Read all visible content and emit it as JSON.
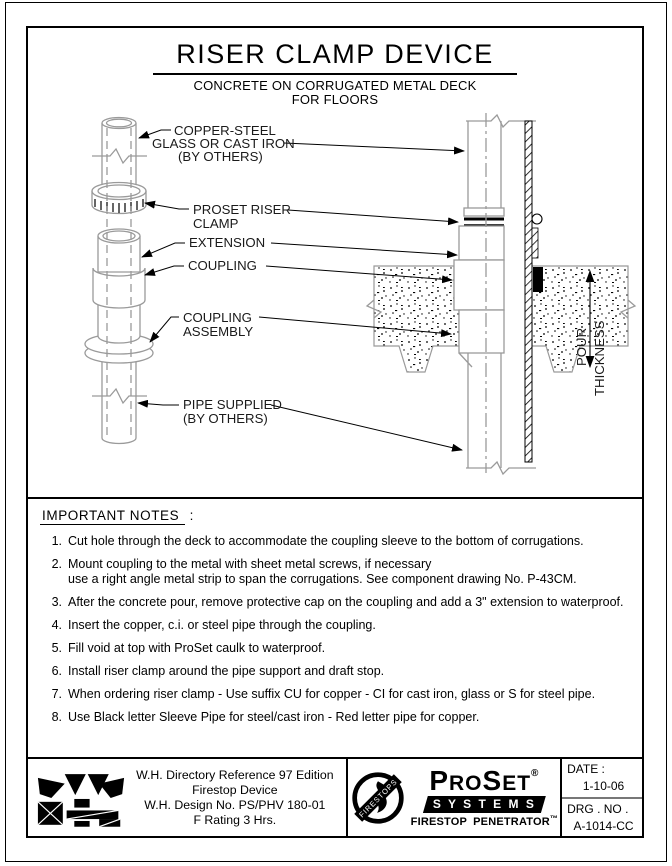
{
  "colors": {
    "line_gray": "#9a9a9a",
    "ink": "#000000"
  },
  "header": {
    "title": "RISER CLAMP DEVICE",
    "subtitle1": "CONCRETE ON CORRUGATED METAL DECK",
    "subtitle2": "FOR FLOORS"
  },
  "diagram": {
    "labels": {
      "pipe_top_1": "COPPER-STEEL",
      "pipe_top_2": "GLASS OR CAST IRON",
      "pipe_top_3": "(BY OTHERS)",
      "clamp_1": "PROSET RISER",
      "clamp_2": "CLAMP",
      "extension": "EXTENSION",
      "coupling": "COUPLING",
      "assembly_1": "COUPLING",
      "assembly_2": "ASSEMBLY",
      "pipe_bottom_1": "PIPE SUPPLIED",
      "pipe_bottom_2": "(BY OTHERS)",
      "pour_1": "POUR",
      "pour_2": "THICKNESS"
    }
  },
  "notes": {
    "heading": "IMPORTANT NOTES",
    "colon": ":",
    "items": [
      {
        "num": "1.",
        "text": "Cut hole through the deck to accommodate the coupling sleeve to the bottom of corrugations."
      },
      {
        "num": "2.",
        "text": "Mount coupling to the metal with sheet metal screws, if necessary\nuse a right angle metal strip to span the corrugations. See component drawing No. P-43CM."
      },
      {
        "num": "3.",
        "text": "After the concrete pour, remove protective cap on the coupling and add a 3\" extension to waterproof."
      },
      {
        "num": "4.",
        "text": "Insert the copper, c.i. or steel pipe through the coupling."
      },
      {
        "num": "5.",
        "text": "Fill void at top with ProSet caulk to waterproof."
      },
      {
        "num": "6.",
        "text": "Install riser clamp around the pipe support and draft stop."
      },
      {
        "num": "7.",
        "text": "When ordering riser clamp - Use suffix CU for copper - CI for cast iron, glass or S for steel pipe."
      },
      {
        "num": "8.",
        "text": "Use Black letter Sleeve Pipe for steel/cast iron - Red letter pipe for copper."
      }
    ]
  },
  "footer": {
    "wh": {
      "line1": "W.H. Directory Reference 97 Edition",
      "line2": "Firestop Device",
      "line3": "W.H. Design No. PS/PHV 180-01",
      "line4": "F Rating 3 Hrs."
    },
    "brand": {
      "badge_text": "FIRESTOPS",
      "p1": "P",
      "p2": "RO",
      "p3": "S",
      "p4": "ET",
      "registered": "®",
      "systems": "S Y S T E M S",
      "tagline": "FIRESTOP PENETRATOR",
      "trademark": "™"
    },
    "meta": {
      "date_label": "DATE :",
      "date_value": "1-10-06",
      "drg_label": "DRG . NO .",
      "drg_value": "A-1014-CC"
    }
  }
}
